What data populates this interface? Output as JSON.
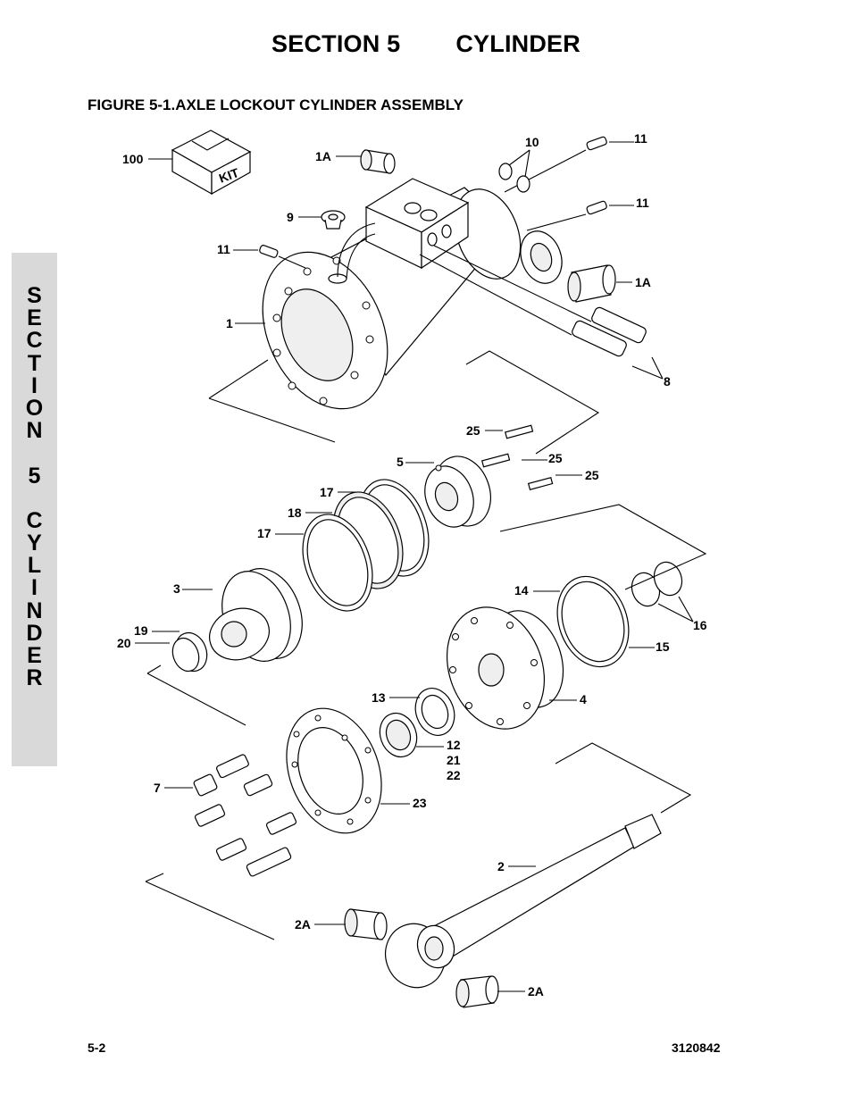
{
  "header": {
    "section_label": "SECTION 5",
    "section_name": "CYLINDER"
  },
  "figure": {
    "title": "FIGURE 5-1.AXLE LOCKOUT CYLINDER ASSEMBLY",
    "kit_label": "KIT",
    "callouts": {
      "c100": "100",
      "c1A_top": "1A",
      "c10": "10",
      "c11_top": "11",
      "c11_mid": "11",
      "c9": "9",
      "c11_left": "11",
      "c1A_right": "1A",
      "c1": "1",
      "c8": "8",
      "c25_top": "25",
      "c5": "5",
      "c25_mid": "25",
      "c25_right": "25",
      "c17_top": "17",
      "c18": "18",
      "c17_left": "17",
      "c3": "3",
      "c14": "14",
      "c16": "16",
      "c19": "19",
      "c20": "20",
      "c15": "15",
      "c13": "13",
      "c4": "4",
      "c12": "12",
      "c21": "21",
      "c22": "22",
      "c7": "7",
      "c23": "23",
      "c2": "2",
      "c2A_left": "2A",
      "c2A_right": "2A"
    }
  },
  "side_tab": {
    "letters": [
      "S",
      "E",
      "C",
      "T",
      "I",
      "O",
      "N",
      " ",
      "5",
      " ",
      "C",
      "Y",
      "L",
      "I",
      "N",
      "D",
      "E",
      "R"
    ]
  },
  "footer": {
    "page_number": "5-2",
    "doc_number": "3120842"
  }
}
